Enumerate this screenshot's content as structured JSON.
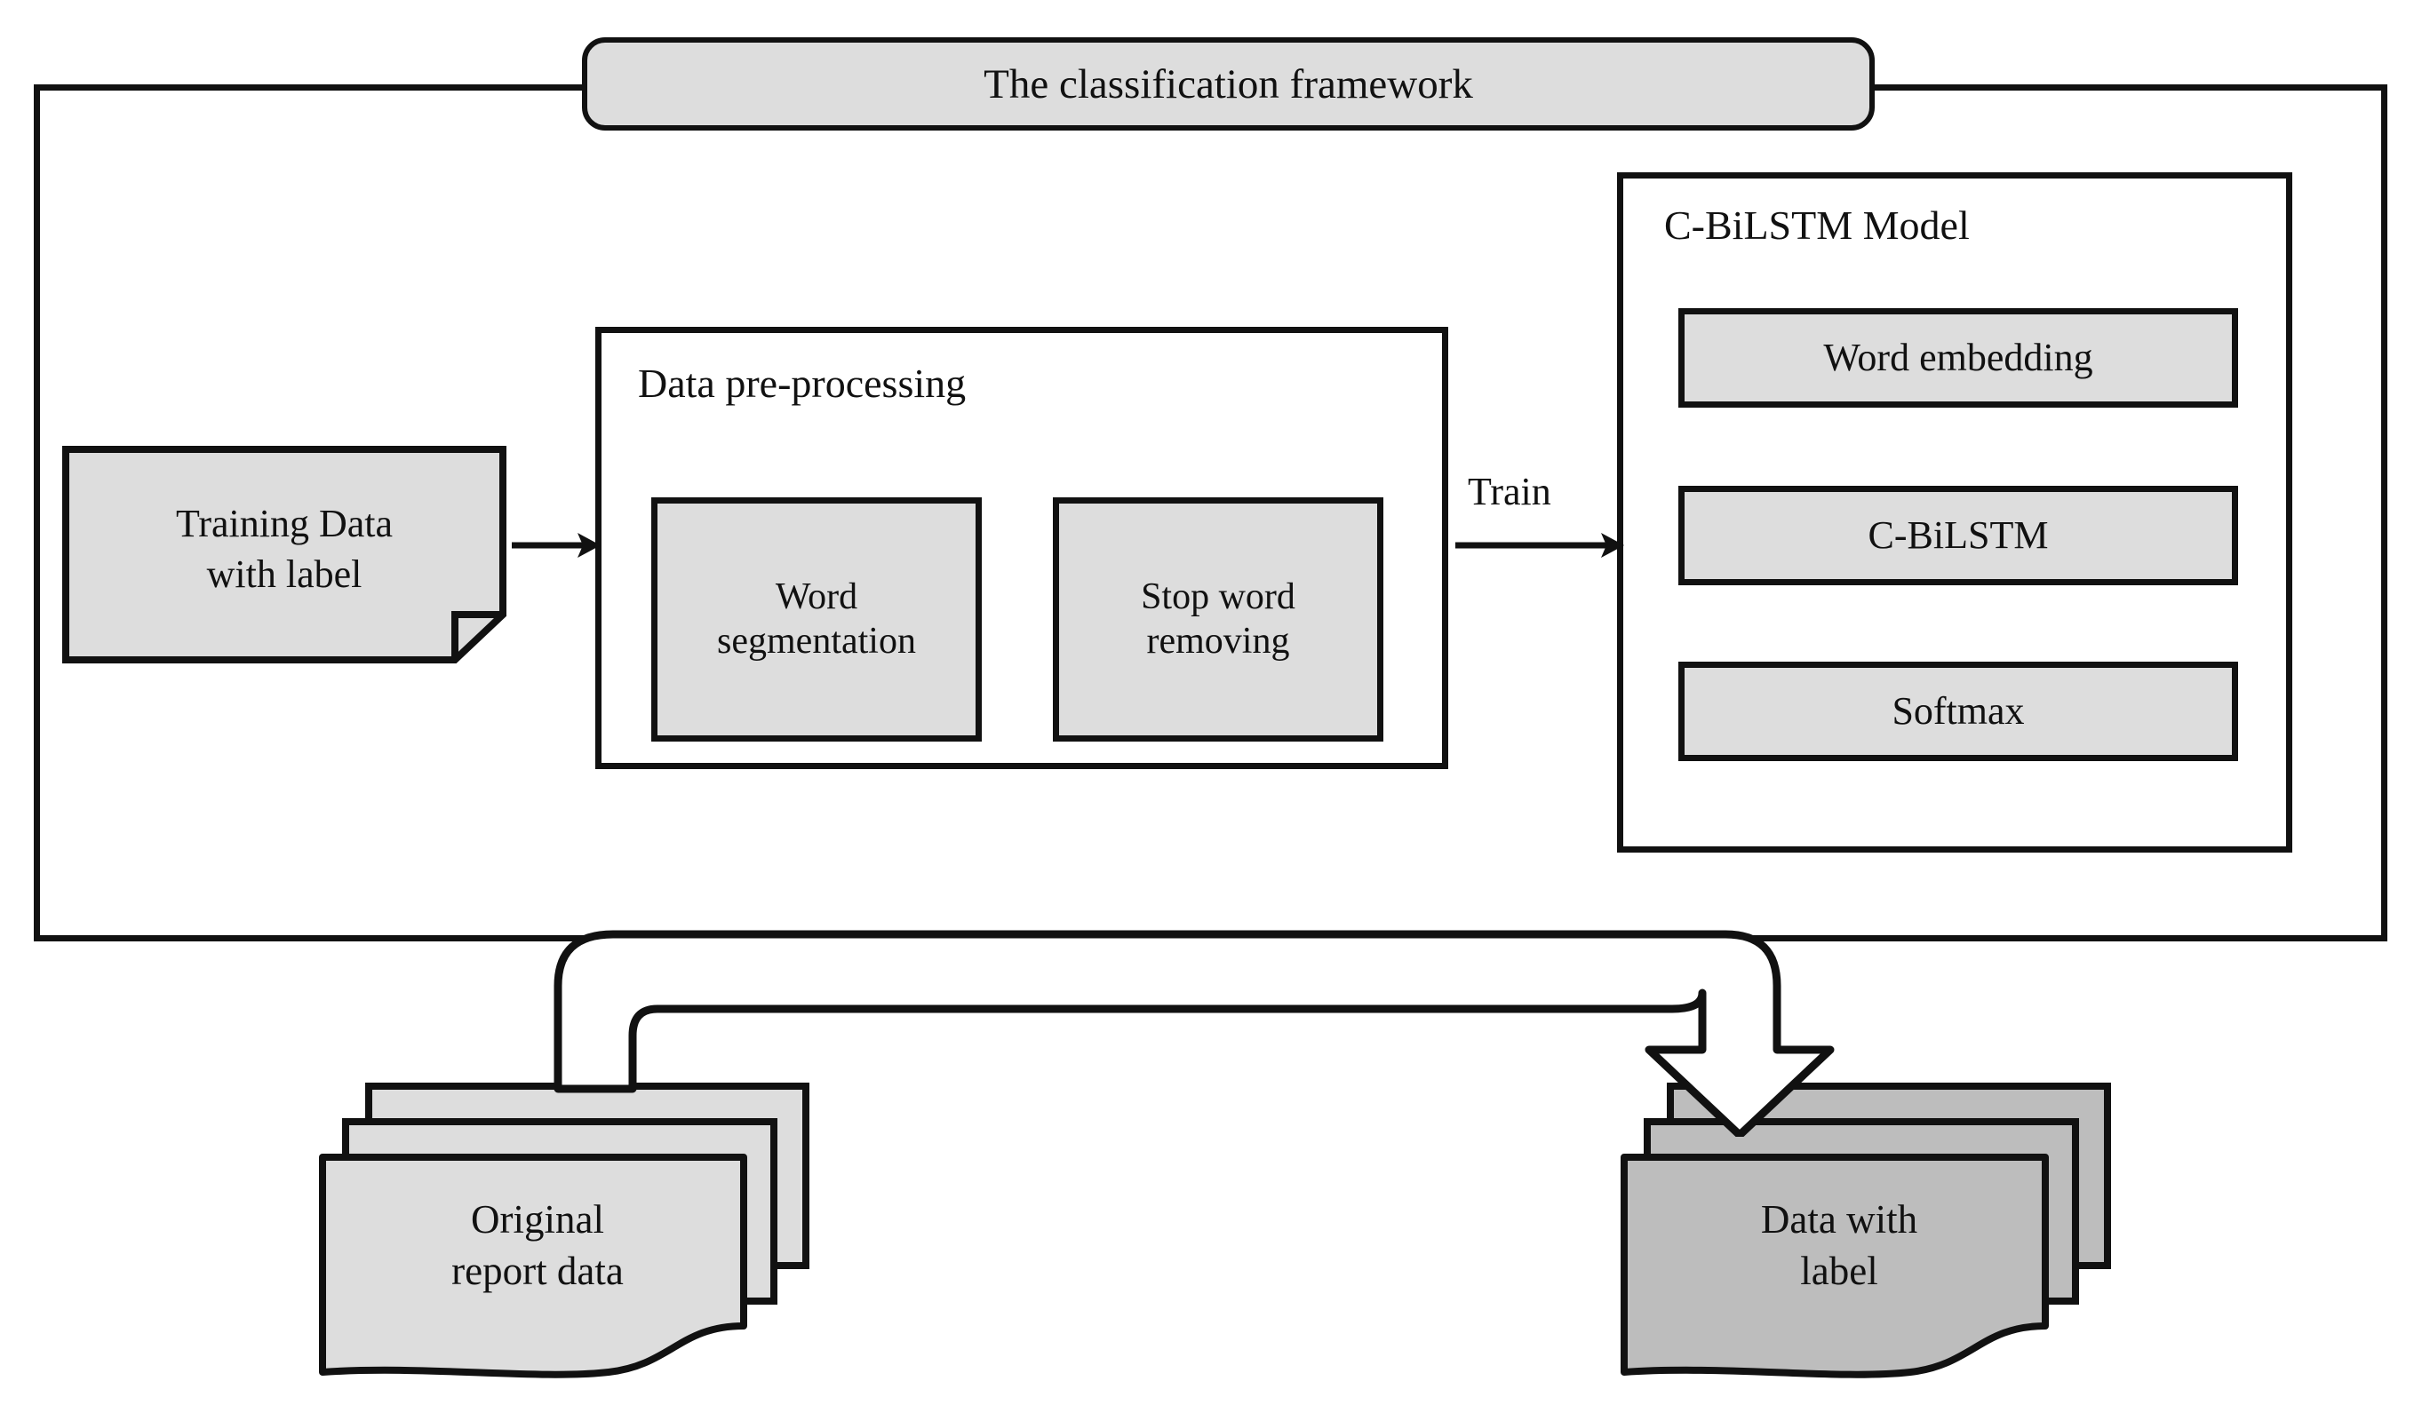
{
  "diagram": {
    "title": "The classification framework",
    "framework": {
      "title_banner": "The classification framework"
    },
    "training_data": {
      "line1": "Training Data",
      "line2": "with label"
    },
    "preprocessing": {
      "title": "Data pre-processing",
      "steps": [
        {
          "line1": "Word",
          "line2": "segmentation"
        },
        {
          "line1": "Stop word",
          "line2": "removing"
        }
      ]
    },
    "model": {
      "title": "C-BiLSTM Model",
      "layers": [
        {
          "label": "Word embedding"
        },
        {
          "label": "C-BiLSTM"
        },
        {
          "label": "Softmax"
        }
      ]
    },
    "arrows": [
      {
        "name": "training-to-preprocessing",
        "label": ""
      },
      {
        "name": "preprocessing-to-model",
        "label": "Train"
      },
      {
        "name": "original-to-labelled",
        "label": ""
      }
    ],
    "train_arrow_label": "Train",
    "documents": {
      "original": {
        "line1": "Original",
        "line2": "report data"
      },
      "labelled": {
        "line1": "Data with",
        "line2": "label"
      }
    },
    "colors": {
      "stroke": "#111111",
      "light_fill": "#dddddd",
      "dark_fill": "#bdbdbd",
      "background": "#ffffff"
    }
  }
}
